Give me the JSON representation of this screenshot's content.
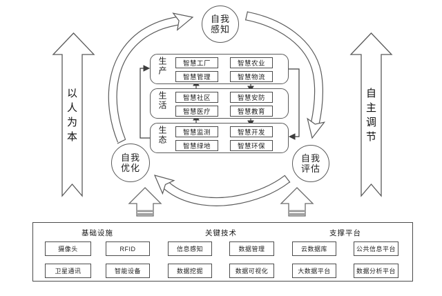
{
  "diagram": {
    "nodes": [
      {
        "id": "self-perception",
        "line1": "自我",
        "line2": "感知"
      },
      {
        "id": "self-optimization",
        "line1": "自我",
        "line2": "优化"
      },
      {
        "id": "self-evaluation",
        "line1": "自我",
        "line2": "评估"
      }
    ],
    "side_arrows": {
      "left": "以人为本",
      "right": "自主调节"
    },
    "groups": [
      {
        "label": "生产",
        "items": [
          "智慧工厂",
          "智慧农业",
          "智慧管理",
          "智慧物流"
        ]
      },
      {
        "label": "生活",
        "items": [
          "智慧社区",
          "智慧安防",
          "智慧医疗",
          "智慧教育"
        ]
      },
      {
        "label": "生态",
        "items": [
          "智慧监测",
          "智慧开发",
          "智慧绿地",
          "智慧环保"
        ]
      }
    ],
    "foundation_sections": [
      {
        "title": "基础设施",
        "items": [
          "摄像头",
          "RFID",
          "卫星通讯",
          "智能设备"
        ]
      },
      {
        "title": "关键技术",
        "items": [
          "信息感知",
          "数据管理",
          "数据挖掘",
          "数据可视化"
        ]
      },
      {
        "title": "支撑平台",
        "items": [
          "云数据库",
          "公共信息平台",
          "大数据平台",
          "数据分析平台"
        ]
      }
    ],
    "colors": {
      "line": "#595959",
      "stripe": "#9a9a9a"
    }
  }
}
